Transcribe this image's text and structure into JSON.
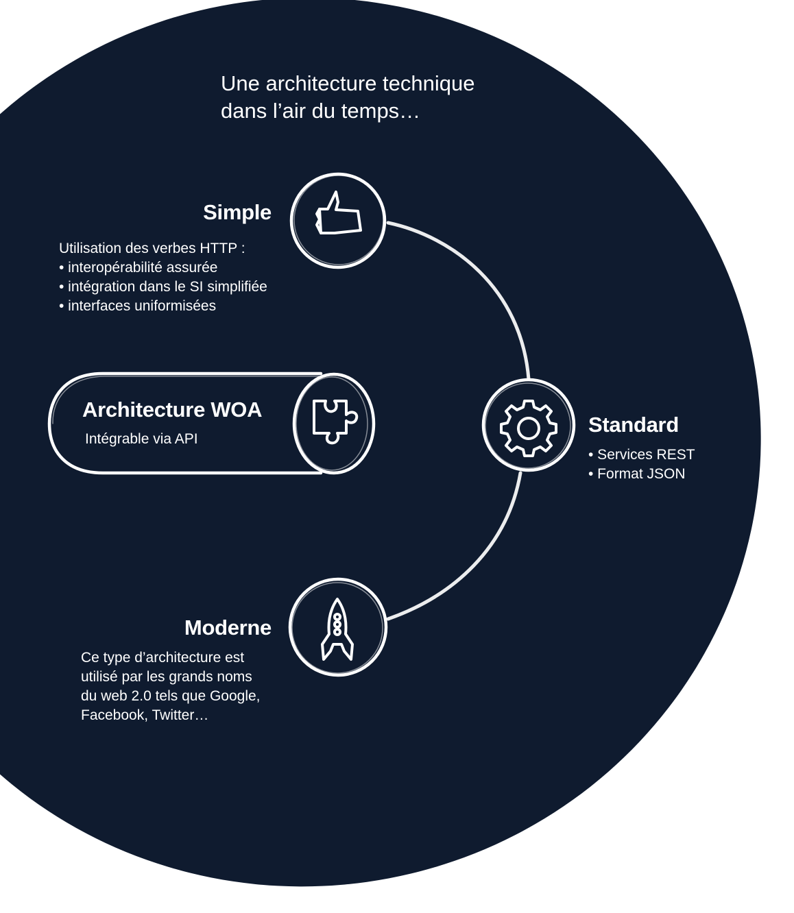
{
  "title": {
    "line1": "Une architecture technique",
    "line2": "dans l’air du temps…"
  },
  "simple": {
    "heading": "Simple",
    "icon": "thumbs-up-icon",
    "lines": [
      "Utilisation des verbes HTTP :",
      "• interopérabilité assurée",
      "• intégration dans le SI simplifiée",
      "• interfaces uniformisées"
    ]
  },
  "woa": {
    "heading": "Architecture WOA",
    "subtitle": "Intégrable via API",
    "icon": "puzzle-icon"
  },
  "standard": {
    "heading": "Standard",
    "icon": "gear-icon",
    "lines": [
      "• Services REST",
      "• Format JSON"
    ]
  },
  "moderne": {
    "heading": "Moderne",
    "icon": "rocket-icon",
    "lines": [
      "Ce type d’architecture est",
      "utilisé par les grands noms",
      "du web 2.0 tels que Google,",
      "Facebook, Twitter…"
    ]
  },
  "colors": {
    "background": "#0f1b2f",
    "chalk": "#ffffff"
  }
}
